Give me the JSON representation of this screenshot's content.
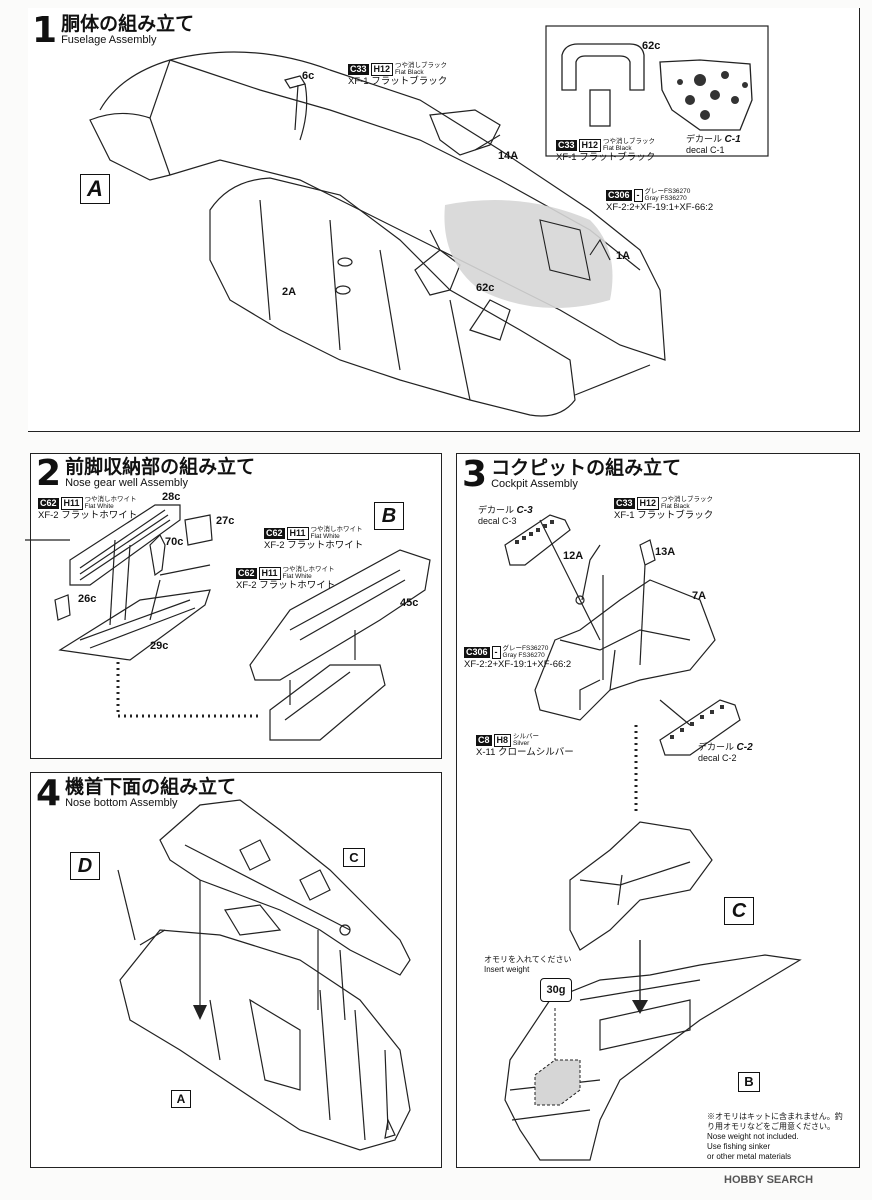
{
  "steps": [
    {
      "number": "1",
      "title_jp": "胴体の組み立て",
      "title_en": "Fuselage Assembly",
      "callouts": [
        {
          "code": "C33",
          "sub": "H12",
          "jp_small": "つや消しブラック",
          "en_small": "Flat Black",
          "paint": "XF-1 フラットブラック"
        },
        {
          "code": "C33",
          "sub": "H12",
          "jp_small": "つや消しブラック",
          "en_small": "Flat Black",
          "paint": "XF-1 フラットブラック"
        },
        {
          "code": "C306",
          "sub": "-",
          "jp_small": "グレーFS36270",
          "en_small": "Gray FS36270",
          "paint": "XF-2:2+XF-19:1+XF-66:2"
        }
      ],
      "parts": [
        "6c",
        "14A",
        "62c",
        "1A",
        "2A",
        "62c"
      ],
      "decal": {
        "jp": "デカール",
        "id": "C-1",
        "en": "decal C-1"
      },
      "subassembly": "A"
    },
    {
      "number": "2",
      "title_jp": "前脚収納部の組み立て",
      "title_en": "Nose gear well Assembly",
      "callouts": [
        {
          "code": "C62",
          "sub": "H11",
          "jp_small": "つや消しホワイト",
          "en_small": "Flat White",
          "paint": "XF-2 フラットホワイト"
        },
        {
          "code": "C62",
          "sub": "H11",
          "jp_small": "つや消しホワイト",
          "en_small": "Flat White",
          "paint": "XF-2 フラットホワイト"
        },
        {
          "code": "C62",
          "sub": "H11",
          "jp_small": "つや消しホワイト",
          "en_small": "Flat White",
          "paint": "XF-2 フラットホワイト"
        }
      ],
      "parts": [
        "28c",
        "27c",
        "70c",
        "26c",
        "29c",
        "45c"
      ],
      "subassembly": "B"
    },
    {
      "number": "3",
      "title_jp": "コクピットの組み立て",
      "title_en": "Cockpit Assembly",
      "callouts": [
        {
          "code": "C33",
          "sub": "H12",
          "jp_small": "つや消しブラック",
          "en_small": "Flat Black",
          "paint": "XF-1 フラットブラック"
        },
        {
          "code": "C306",
          "sub": "-",
          "jp_small": "グレーFS36270",
          "en_small": "Gray FS36270",
          "paint": "XF-2:2+XF-19:1+XF-66:2"
        },
        {
          "code": "C8",
          "sub": "H8",
          "jp_small": "シルバー",
          "en_small": "Silver",
          "paint": "X-11 クロームシルバー"
        }
      ],
      "parts": [
        "12A",
        "13A",
        "7A"
      ],
      "decals": [
        {
          "jp": "デカール",
          "id": "C-3",
          "en": "decal C-3"
        },
        {
          "jp": "デカール",
          "id": "C-2",
          "en": "decal C-2"
        }
      ],
      "weight": {
        "jp": "オモリを入れてください",
        "en": "Insert weight",
        "value": "30g"
      },
      "note_jp": [
        "※オモリはキットに含まれません。釣",
        "り用オモリなどをご用意ください。"
      ],
      "note_en": [
        "Nose weight not included.",
        "Use fishing sinker",
        "or other metal materials"
      ],
      "letters": [
        "C",
        "B"
      ]
    },
    {
      "number": "4",
      "title_jp": "機首下面の組み立て",
      "title_en": "Nose bottom Assembly",
      "letters": [
        "D",
        "C",
        "A"
      ]
    }
  ],
  "watermark": "HOBBY SEARCH",
  "colors": {
    "line": "#222222",
    "gray_fill": "#d6d6d6",
    "badge_bg": "#111111"
  }
}
